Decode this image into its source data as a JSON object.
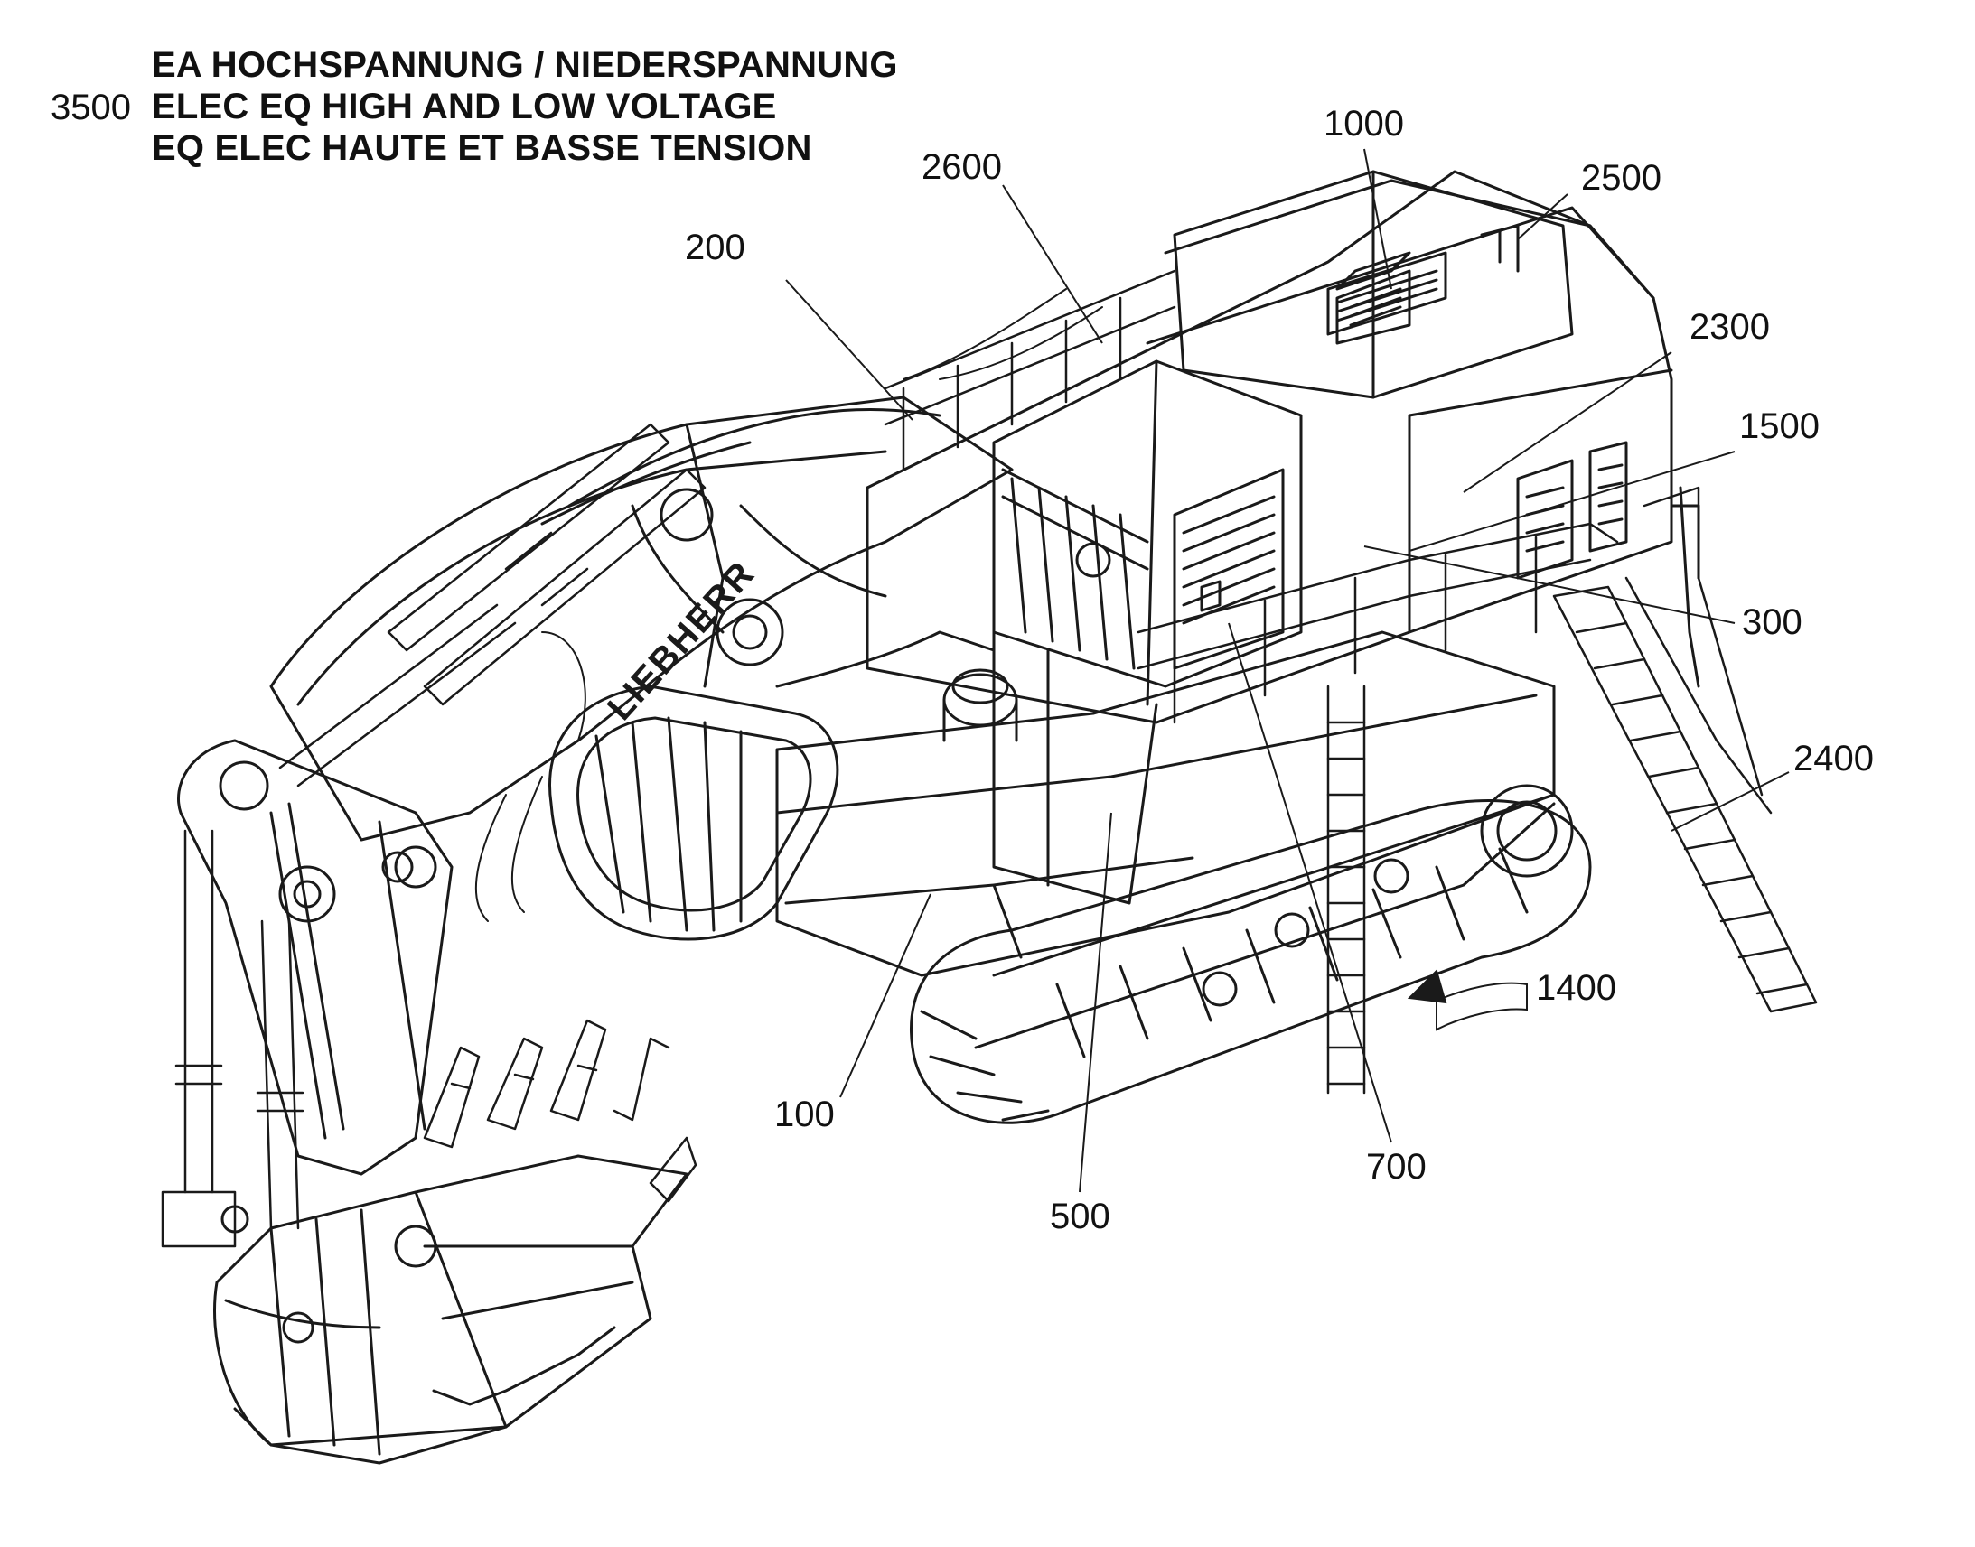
{
  "header": {
    "code": "3500",
    "lines": [
      "EA HOCHSPANNUNG / NIEDERSPANNUNG",
      "ELEC EQ HIGH AND LOW VOLTAGE",
      "EQ ELEC HAUTE ET BASSE TENSION"
    ]
  },
  "boom_lettering": "LIEBHERR",
  "reference_labels": {
    "r1000": "1000",
    "r2500": "2500",
    "r2600": "2600",
    "r200": "200",
    "r2300": "2300",
    "r1500": "1500",
    "r300": "300",
    "r2400": "2400",
    "r1400": "1400",
    "r100": "100",
    "r700": "700",
    "r500": "500"
  },
  "colors": {
    "line": "#1a1a1a",
    "background": "#ffffff"
  }
}
